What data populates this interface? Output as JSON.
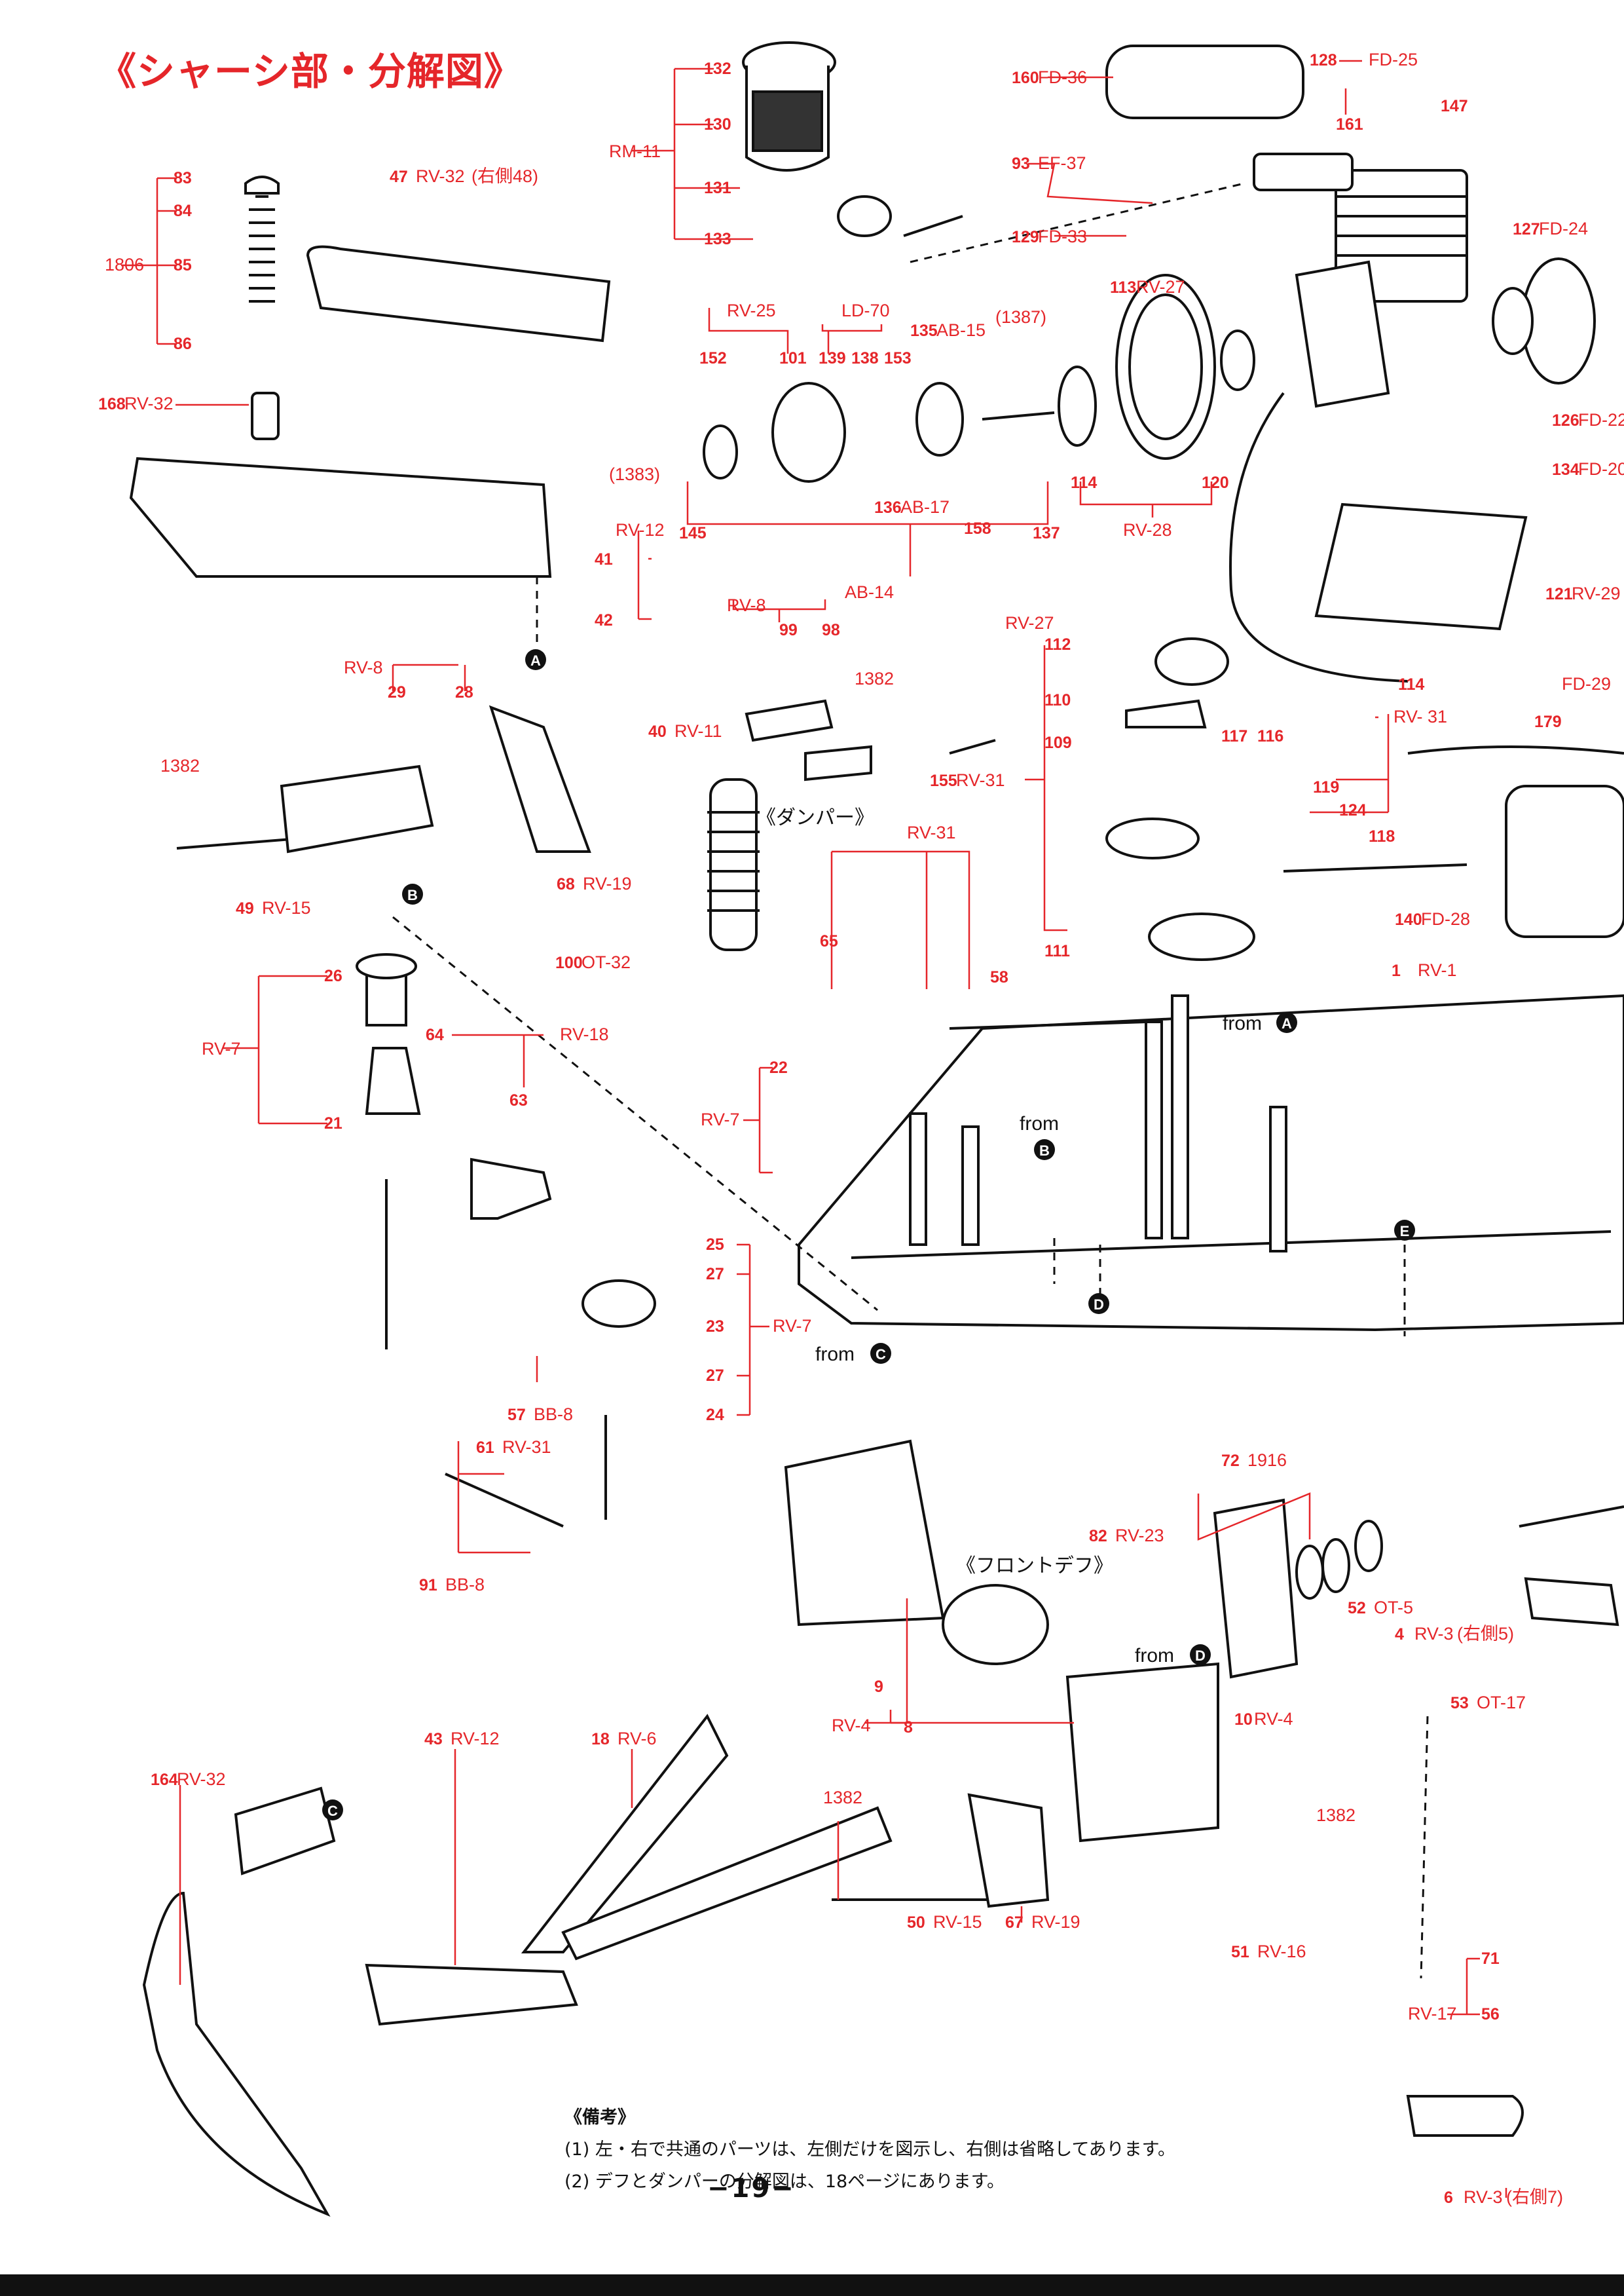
{
  "title": "《シャーシ部・分解図》",
  "sections": {
    "damper": "《ダンパー》",
    "front_diff": "《フロントデフ》"
  },
  "from_labels": {
    "A": "from",
    "B": "from",
    "C": "from",
    "D": "from"
  },
  "markers": [
    "A",
    "B",
    "C",
    "D",
    "E"
  ],
  "callouts": [
    {
      "n": "132"
    },
    {
      "n": "130"
    },
    {
      "n": "131"
    },
    {
      "n": "133",
      "code": "RM-11"
    },
    {
      "n": "160",
      "code": "FD-36"
    },
    {
      "n": "128",
      "code": "FD-25"
    },
    {
      "n": "161"
    },
    {
      "n": "147"
    },
    {
      "n": "93",
      "code": "EF-37"
    },
    {
      "n": "129",
      "code": "FD-33"
    },
    {
      "n": "127",
      "code": "FD-24"
    },
    {
      "n": "113",
      "code": "RV-27"
    },
    {
      "n": "126",
      "code": "FD-22"
    },
    {
      "n": "134",
      "code": "FD-20"
    },
    {
      "n": "135",
      "code": "AB-15"
    },
    {
      "n": "152"
    },
    {
      "n": "101"
    },
    {
      "n": "139"
    },
    {
      "n": "138"
    },
    {
      "n": "153"
    },
    {
      "n": "136",
      "code": "AB-17"
    },
    {
      "n": "145"
    },
    {
      "n": "158"
    },
    {
      "n": "137"
    },
    {
      "n": "114"
    },
    {
      "n": "120"
    },
    {
      "n": "121",
      "code": "RV-29"
    },
    {
      "n": "83"
    },
    {
      "n": "84"
    },
    {
      "n": "85"
    },
    {
      "n": "86"
    },
    {
      "n": "47",
      "code": "RV-32",
      "extra": "(右側48)"
    },
    {
      "n": "168",
      "code": "RV-32"
    },
    {
      "n": "41"
    },
    {
      "n": "42"
    },
    {
      "n": "29"
    },
    {
      "n": "28"
    },
    {
      "n": "49",
      "code": "RV-15"
    },
    {
      "n": "68",
      "code": "RV-19"
    },
    {
      "n": "40",
      "code": "RV-11"
    },
    {
      "n": "100",
      "code": "OT-32"
    },
    {
      "n": "99"
    },
    {
      "n": "98"
    },
    {
      "n": "112"
    },
    {
      "n": "110"
    },
    {
      "n": "109"
    },
    {
      "n": "117"
    },
    {
      "n": "116"
    },
    {
      "n": "155",
      "code": "RV-31"
    },
    {
      "n": "119"
    },
    {
      "n": "124"
    },
    {
      "n": "118"
    },
    {
      "n": "111"
    },
    {
      "n": "65"
    },
    {
      "n": "58"
    },
    {
      "n": "140",
      "code": "FD-28"
    },
    {
      "n": "1",
      "code": "RV-1"
    },
    {
      "n": "114",
      "code": "FD-29"
    },
    {
      "n": "179"
    },
    {
      "n": "26"
    },
    {
      "n": "64",
      "code": "RV-18"
    },
    {
      "n": "63"
    },
    {
      "n": "21"
    },
    {
      "n": "22"
    },
    {
      "n": "25"
    },
    {
      "n": "27"
    },
    {
      "n": "23",
      "code": "RV-7"
    },
    {
      "n": "24"
    },
    {
      "n": "57",
      "code": "BB-8"
    },
    {
      "n": "61",
      "code": "RV-31"
    },
    {
      "n": "91",
      "code": "BB-8"
    },
    {
      "n": "72",
      "code": "1916"
    },
    {
      "n": "82",
      "code": "RV-23"
    },
    {
      "n": "52",
      "code": "OT-5"
    },
    {
      "n": "4",
      "code": "RV-3",
      "extra": "(右側5)"
    },
    {
      "n": "9"
    },
    {
      "n": "8"
    },
    {
      "n": "10",
      "code": "RV-4"
    },
    {
      "n": "53",
      "code": "OT-17"
    },
    {
      "n": "164",
      "code": "RV-32"
    },
    {
      "n": "43",
      "code": "RV-12"
    },
    {
      "n": "18",
      "code": "RV-6"
    },
    {
      "n": "50",
      "code": "RV-15"
    },
    {
      "n": "67",
      "code": "RV-19"
    },
    {
      "n": "51",
      "code": "RV-16"
    },
    {
      "n": "71"
    },
    {
      "n": "56"
    },
    {
      "n": "6",
      "code": "RV-3",
      "extra": "(右側7)"
    }
  ],
  "group_codes": [
    "RV-25",
    "LD-70",
    "(1387)",
    "(1383)",
    "RV-28",
    "AB-14",
    "RV-12",
    "1806",
    "RV-8",
    "1382",
    "RV-27",
    "RV- 31",
    "RV-31",
    "RV-7",
    "RV-4",
    "RV-17"
  ],
  "notes": {
    "heading": "《備考》",
    "items": [
      "(1) 左・右で共通のパーツは、左側だけを図示し、右側は省略してあります。",
      "(2) デフとダンパーの分解図は、18ページにあります。"
    ]
  },
  "page_number": "−19−",
  "colors": {
    "callout": "#e5262a",
    "line_art": "#111111",
    "background": "#ffffff"
  }
}
